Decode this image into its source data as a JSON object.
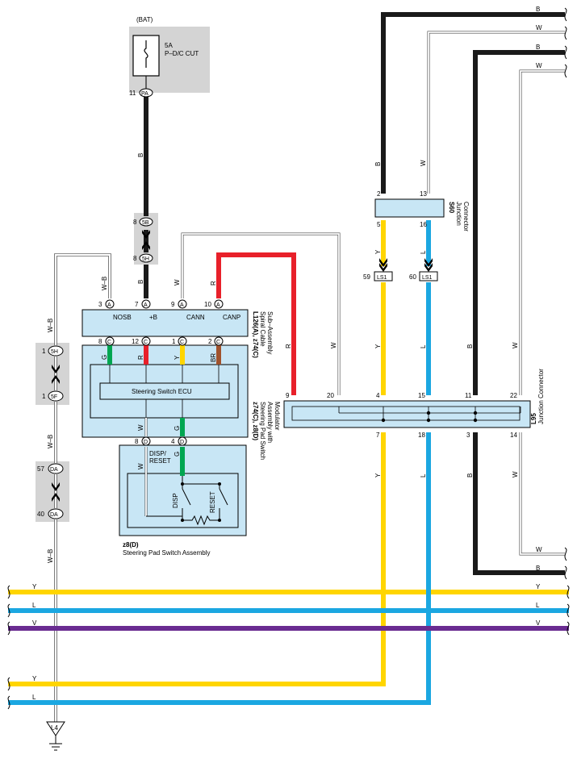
{
  "colors": {
    "black": "#1a1a1a",
    "white_wire": "#ffffff",
    "red": "#e8202a",
    "yellow": "#ffd500",
    "blue": "#1ba7e1",
    "purple": "#6a2c91",
    "green": "#00a651",
    "brown": "#a0522d",
    "box_fill": "#c8e6f5",
    "grey_zone": "#d4d4d4"
  },
  "fuse": {
    "source": "(BAT)",
    "rating": "5A",
    "name": "P–D/C CUT",
    "pin": "11",
    "connector": "PA"
  },
  "junctions": {
    "j5b": {
      "pin": "8",
      "id": "5B"
    },
    "j5h_top": {
      "pin": "8",
      "id": "5H"
    },
    "j5h_left": {
      "pin": "1",
      "id": "5H"
    },
    "j5f": {
      "pin": "1",
      "id": "5F"
    },
    "da1": {
      "pin": "57",
      "id": "DA"
    },
    "da2": {
      "pin": "40",
      "id": "DA"
    },
    "ls1a": {
      "pin": "59",
      "id": "LS1"
    },
    "ls1b": {
      "pin": "60",
      "id": "LS1"
    },
    "ground": "L4"
  },
  "spiral": {
    "ref": "L126(A), z74(C)",
    "name1": "Spiral Cable",
    "name2": "Sub–Assembly",
    "pins_top": [
      {
        "n": "3",
        "c": "A",
        "label": "NOSB"
      },
      {
        "n": "7",
        "c": "A",
        "label": "+B"
      },
      {
        "n": "9",
        "c": "A",
        "label": "CANN"
      },
      {
        "n": "10",
        "c": "A",
        "label": "CANP"
      }
    ],
    "pins_bottom": [
      {
        "n": "8",
        "c": "C"
      },
      {
        "n": "12",
        "c": "C"
      },
      {
        "n": "1",
        "c": "C"
      },
      {
        "n": "2",
        "c": "C"
      }
    ]
  },
  "pad_mod": {
    "ref": "z74(C), z8(D)",
    "name1": "Steering Pad Switch",
    "name2": "Assembly with",
    "name3": "Modulator",
    "ecu": "Steering Switch ECU",
    "pins_bottom": [
      {
        "n": "8",
        "c": "D"
      },
      {
        "n": "4",
        "c": "D"
      }
    ]
  },
  "pad_sw": {
    "ref": "z8(D)",
    "name": "Steering Pad Switch Assembly",
    "disp_reset": "DISP/",
    "disp_reset2": "RESET",
    "disp": "DISP",
    "reset": "RESET"
  },
  "jc60": {
    "ref": "S60",
    "name1": "Junction",
    "name2": "Connector",
    "pins_top": [
      "2",
      "13"
    ],
    "pins_bottom": [
      "5",
      "16"
    ]
  },
  "jc95": {
    "ref": "L95",
    "name": "Junction Connector",
    "pins_top": [
      "9",
      "20",
      "4",
      "15",
      "11",
      "22"
    ],
    "pins_bottom": [
      "7",
      "18",
      "3",
      "14"
    ]
  },
  "wire_labels": {
    "b": "B",
    "w": "W",
    "r": "R",
    "y": "Y",
    "l": "L",
    "v": "V",
    "g": "G",
    "br": "BR",
    "wb": "W–B"
  }
}
